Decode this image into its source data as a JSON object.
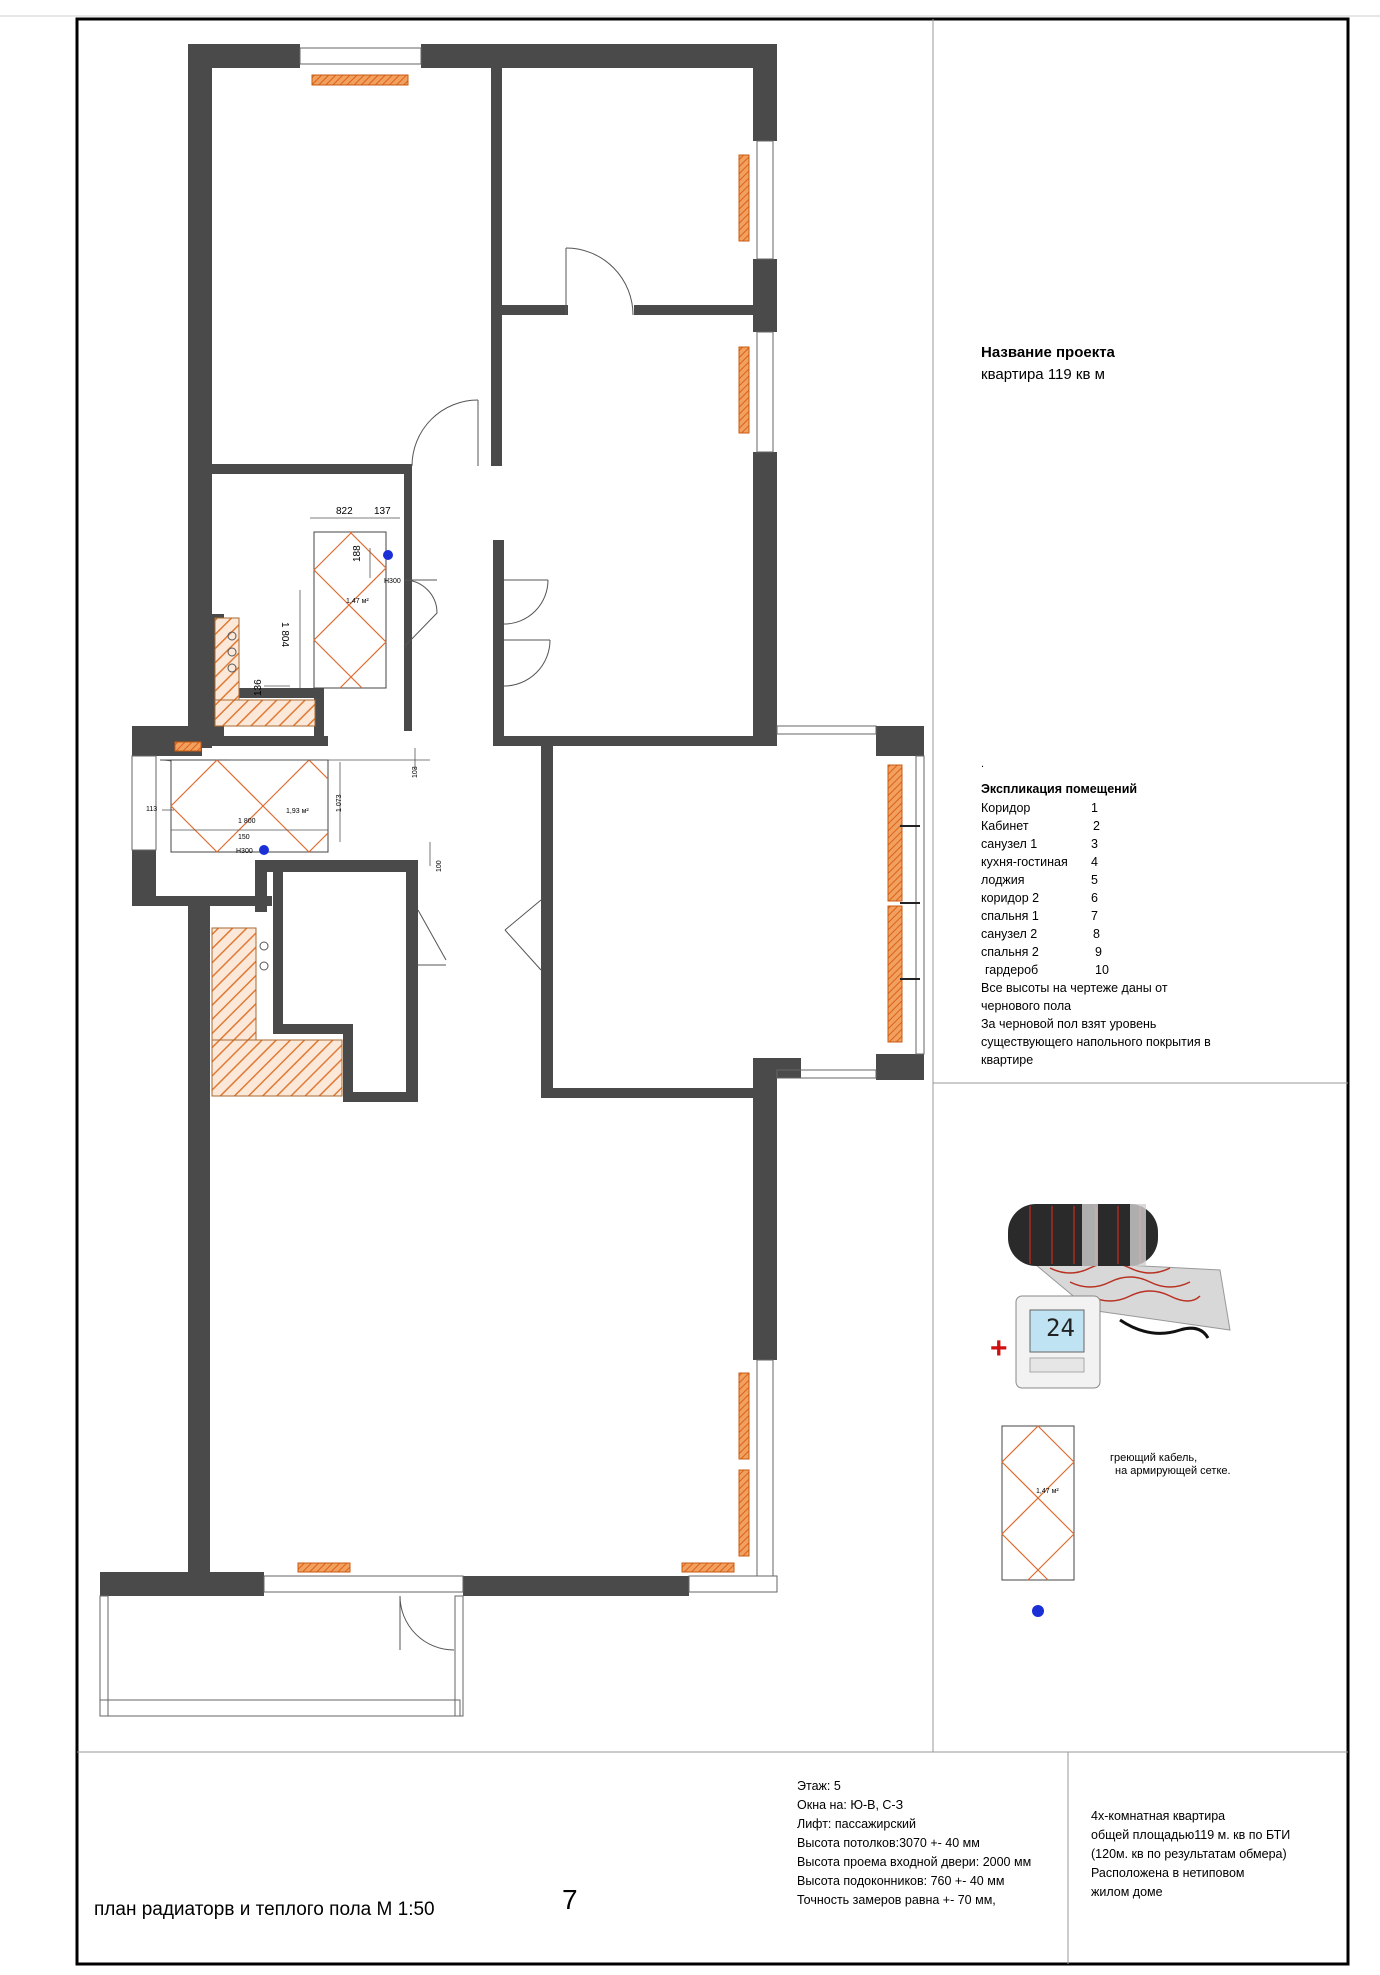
{
  "project": {
    "title_label": "Название проекта",
    "title_value": "квартира 119 кв м"
  },
  "legend": {
    "dot": ".",
    "heading": "Экспликация помещений",
    "rooms": [
      {
        "name": "Коридор",
        "num": "1"
      },
      {
        "name": "Кабинет",
        "num": "2"
      },
      {
        "name": "санузел 1",
        "num": "3"
      },
      {
        "name": "кухня-гостиная",
        "num": "4"
      },
      {
        "name": "лоджия",
        "num": "5"
      },
      {
        "name": "коридор 2",
        "num": "6"
      },
      {
        "name": "спальня 1",
        "num": "7"
      },
      {
        "name": "санузел 2",
        "num": "8"
      },
      {
        "name": "спальня 2",
        "num": "9"
      },
      {
        "name": "гардероб",
        "num": "10"
      }
    ],
    "notes": [
      "Все высоты на чертеже даны от",
      "чернового пола",
      "За черновой пол взят уровень",
      "существующего напольного покрытия в",
      "квартире"
    ]
  },
  "thermostat": {
    "display": "24",
    "plus": "+"
  },
  "sample": {
    "area": "1,47 м²",
    "caption_1": "греющий кабель,",
    "caption_2": "на армирующей сетке."
  },
  "plan_labels": {
    "dim_822": "822",
    "dim_137": "137",
    "dim_188": "188",
    "dim_1804": "1 804",
    "dim_136": "136",
    "dim_103": "103",
    "dim_1073": "1 073",
    "dim_113": "113",
    "dim_1800": "1 800",
    "dim_150": "150",
    "dim_100": "100",
    "area_1": "1,47 м²",
    "area_2": "1,93 м²",
    "h300_a": "H300",
    "h300_b": "H300"
  },
  "info": {
    "lines": [
      "Этаж: 5",
      "Окна на: Ю-В, С-З",
      "Лифт: пассажирский",
      "Высота потолков:3070 +- 40 мм",
      "Высота проема входной двери: 2000 мм",
      "Высота подоконников: 760 +- 40 мм",
      "Точность замеров равна +- 70 мм,"
    ]
  },
  "summary": {
    "lines": [
      "4х-комнатная квартира",
      "общей площадью119 м. кв по БТИ",
      "(120м. кв по результатам обмера)",
      "Расположена в нетиповом",
      "жилом доме"
    ]
  },
  "footer": {
    "title": "план радиаторв и теплого пола  М 1:50",
    "page": "7"
  },
  "colors": {
    "wall": "#4a4a4a",
    "radiator": "#e87a2a",
    "heat_line": "#e06c30",
    "sensor": "#1a2fd6",
    "frame": "#000000"
  }
}
